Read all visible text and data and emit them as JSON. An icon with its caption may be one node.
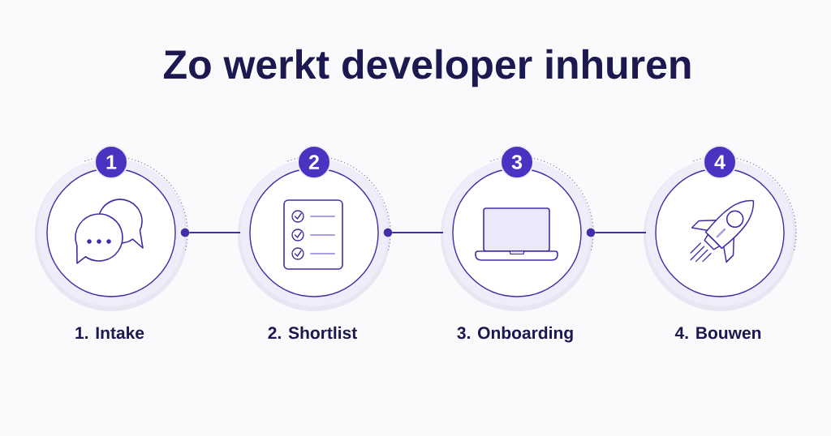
{
  "diagram": {
    "title": "Zo werkt developer inhuren",
    "nodes": [
      {
        "text": [],
        "shape": "circle",
        "beside": [
          "1. Intake"
        ]
      },
      {
        "text": [
          "1"
        ]
      },
      {
        "text": [],
        "shape": "circle"
      },
      {
        "text": [],
        "shape": "circle",
        "beside": [
          "2. Shortlist"
        ]
      },
      {
        "text": [
          "2"
        ]
      },
      {
        "text": [],
        "shape": "circle"
      },
      {
        "text": [],
        "shape": "circle",
        "beside": [
          "3. Onboarding"
        ]
      },
      {
        "text": [
          "3"
        ]
      },
      {
        "text": [],
        "shape": "circle"
      },
      {
        "text": [],
        "shape": "circle",
        "beside": [
          "4. Bouwen"
        ]
      },
      {
        "text": [
          "4"
        ]
      }
    ],
    "edges": [
      {
        "from": 2,
        "to": 3,
        "arrow": "none"
      },
      {
        "from": 5,
        "to": 6,
        "arrow": "none"
      },
      {
        "from": 8,
        "to": 9,
        "arrow": "none"
      }
    ]
  }
}
